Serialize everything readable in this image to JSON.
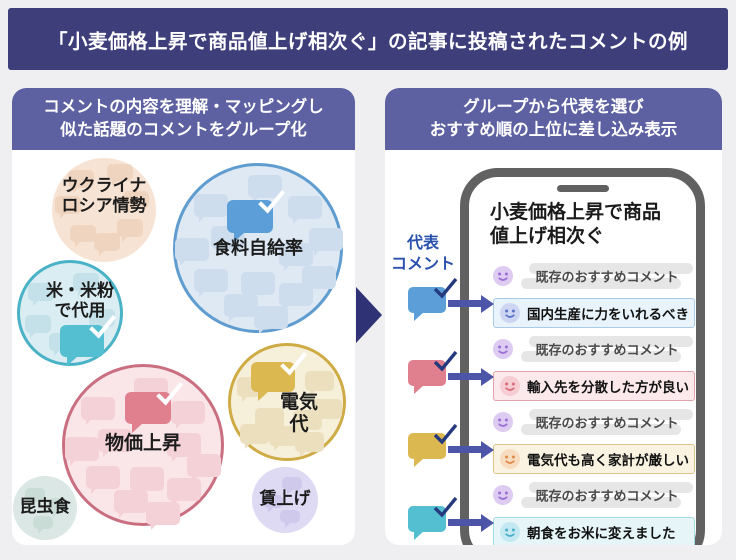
{
  "banner": {
    "title": "「小麦価格上昇で商品値上げ相次ぐ」の記事に投稿されたコメントの例"
  },
  "left_panel": {
    "header": "コメントの内容を理解・マッピングし\n似た話題のコメントをグループ化",
    "groups": [
      {
        "name": "ukraine-russia",
        "label": "ウクライナ\nロシア情勢",
        "fill": "#f7e3d4",
        "decor": "#efd4bf",
        "border": "",
        "bubble": "",
        "checked": false
      },
      {
        "name": "food-self-sufficiency",
        "label": "食料自給率",
        "fill": "#dee9f4",
        "decor": "#cdddee",
        "border": "#5f9ccf",
        "bubble": "#5b9ed8",
        "checked": true
      },
      {
        "name": "rice-substitute",
        "label": "米・米粉\nで代用",
        "fill": "#d9edf2",
        "decor": "#c4e1e9",
        "border": "#4ab2c6",
        "bubble": "#55bfd2",
        "checked": true
      },
      {
        "name": "price-rise",
        "label": "物価上昇",
        "fill": "#fae6e9",
        "decor": "#f3d1d7",
        "border": "#c96f80",
        "bubble": "#e0808f",
        "checked": true
      },
      {
        "name": "electricity-cost",
        "label": "電気代",
        "fill": "#f6efda",
        "decor": "#ebdfbd",
        "border": "#cfab45",
        "bubble": "#dcb851",
        "checked": true
      },
      {
        "name": "insect-food",
        "label": "昆虫食",
        "fill": "#dbe7e4",
        "decor": "#cadcd6",
        "border": "",
        "bubble": "",
        "checked": false
      },
      {
        "name": "wage-raise",
        "label": "賃上げ",
        "fill": "#dedaf3",
        "decor": "#cfc9ec",
        "border": "",
        "bubble": "",
        "checked": false
      }
    ]
  },
  "right_panel": {
    "header": "グループから代表を選び\nおすすめ順の上位に差し込み表示",
    "rep_comment_label": "代表\nコメント",
    "phone": {
      "title": "小麦価格上昇で商品\n値上げ相次ぐ",
      "feed": [
        {
          "type": "existing",
          "text": "既存のおすすめコメント"
        },
        {
          "type": "inserted",
          "text": "国内生産に力をいれるべき",
          "accent": "blue"
        },
        {
          "type": "existing",
          "text": "既存のおすすめコメント"
        },
        {
          "type": "inserted",
          "text": "輸入先を分散した方が良い",
          "accent": "pink"
        },
        {
          "type": "existing",
          "text": "既存のおすすめコメント"
        },
        {
          "type": "inserted",
          "text": "電気代も高く家計が厳しい",
          "accent": "yellow"
        },
        {
          "type": "existing",
          "text": "既存のおすすめコメント"
        },
        {
          "type": "inserted",
          "text": "朝食をお米に変えました",
          "accent": "teal"
        }
      ]
    }
  },
  "colors": {
    "banner_bg": "#3e3e7b",
    "panel_header_bg": "#5d60a1",
    "flow_arrow": "#2f3376",
    "insert_arrow": "#4d55a8",
    "phone_frame": "#616161",
    "check_on_icon": "#253a7e",
    "rep_label_text": "#2a52ad",
    "existing_row": {
      "pill": "#e6e6e6",
      "text": "#4a4a4a",
      "smiley_bg": "#ddcbf2",
      "smiley_face": "#9b6fd4"
    },
    "accents": {
      "blue": {
        "bg": "#e9f3fc",
        "border": "#a8cbe8",
        "bubble": "#5b9ed8",
        "smiley_bg": "#ccd6f2",
        "smiley_face": "#5b74c8"
      },
      "pink": {
        "bg": "#fce9ec",
        "border": "#e2a3ad",
        "bubble": "#e0808f",
        "smiley_bg": "#f6cdd2",
        "smiley_face": "#d96a7a"
      },
      "yellow": {
        "bg": "#faf3e1",
        "border": "#dcc489",
        "bubble": "#dcb851",
        "smiley_bg": "#f8dcc0",
        "smiley_face": "#e08a4a"
      },
      "teal": {
        "bg": "#e6f5f8",
        "border": "#a5dbe5",
        "bubble": "#55bfd2",
        "smiley_bg": "#c5e9f2",
        "smiley_face": "#4aafc8"
      }
    }
  }
}
